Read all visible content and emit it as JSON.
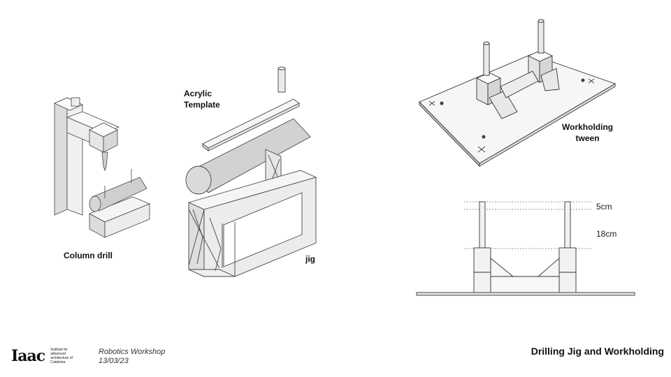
{
  "labels": {
    "column_drill": "Column drill",
    "acrylic_template_line1": "Acrylic",
    "acrylic_template_line2": "Template",
    "jig": "jig",
    "workholding_line1": "Workholding",
    "workholding_line2": "tween"
  },
  "dimensions": {
    "top": "5cm",
    "bottom": "18cm"
  },
  "footer": {
    "logo_mark": "Iaac",
    "logo_sub": "Institute for advanced architecture of Catalonia",
    "course": "Robotics Workshop",
    "date": "13/03/23",
    "slide_title": "Drilling Jig and Workholding"
  },
  "colors": {
    "stroke": "#333333",
    "face_light": "#f2f2f2",
    "face_mid": "#dcdcdc",
    "face_dark": "#c8c8c8",
    "log": "#cfcfcf"
  }
}
